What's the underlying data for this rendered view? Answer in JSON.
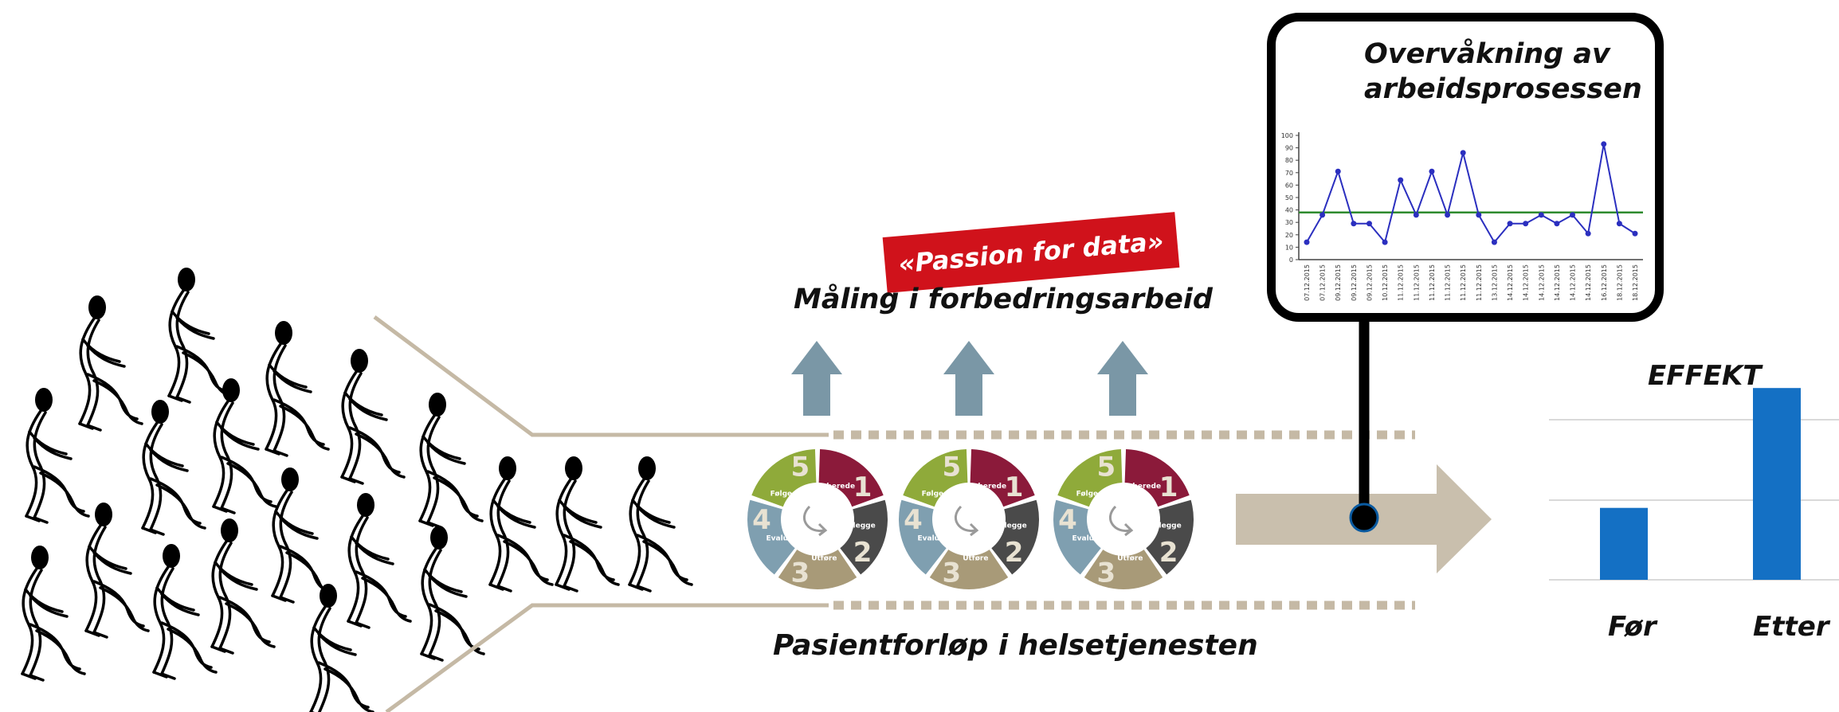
{
  "measurement_label": "Måling i forbedringsarbeid",
  "passion_label": "«Passion for data»",
  "pathway_label": "Pasientforløp i helsetjenesten",
  "monitor": {
    "title": "Overvåkning av arbeidsprosessen",
    "line_color": "#2b2fbf",
    "mean_color": "#2e8b2e"
  },
  "cycle": {
    "steps": [
      {
        "number": "1",
        "label": "Forberede",
        "color": "#8b1a3a"
      },
      {
        "number": "2",
        "label": "Planlegge",
        "color": "#4a4a4a"
      },
      {
        "number": "3",
        "label": "Utføre",
        "color": "#a89a78"
      },
      {
        "number": "4",
        "label": "Evaluere",
        "color": "#7f9fb0"
      },
      {
        "number": "5",
        "label": "Følge opp",
        "color": "#8faa3a"
      }
    ]
  },
  "effect": {
    "title": "EFFEKT",
    "bar_color": "#1470c4"
  },
  "chart_data": [
    {
      "type": "line",
      "title": "Overvåkning av arbeidsprosessen",
      "x": [
        "07.12.2015",
        "07.12.2015",
        "09.12.2015",
        "09.12.2015",
        "09.12.2015",
        "10.12.2015",
        "11.12.2015",
        "11.12.2015",
        "11.12.2015",
        "11.12.2015",
        "11.12.2015",
        "11.12.2015",
        "13.12.2015",
        "14.12.2015",
        "14.12.2015",
        "14.12.2015",
        "14.12.2015",
        "14.12.2015",
        "14.12.2015",
        "16.12.2015",
        "18.12.2015",
        "18.12.2015"
      ],
      "series": [
        {
          "values": [
            14,
            36,
            71,
            29,
            29,
            14,
            64,
            36,
            71,
            36,
            86,
            36,
            14,
            29,
            29,
            36,
            29,
            36,
            21,
            93,
            29,
            21
          ]
        },
        {
          "values": [
            38,
            38,
            38,
            38,
            38,
            38,
            38,
            38,
            38,
            38,
            38,
            38,
            38,
            38,
            38,
            38,
            38,
            38,
            38,
            38,
            38,
            38
          ]
        }
      ],
      "yticks": [
        "0",
        "10",
        "20",
        "30",
        "40",
        "50",
        "60",
        "70",
        "80",
        "90",
        "100"
      ],
      "ylim": [
        0,
        100
      ],
      "grid": false
    },
    {
      "type": "bar",
      "title": "EFFEKT",
      "categories": [
        "Før",
        "Etter"
      ],
      "values": [
        30,
        80
      ],
      "ylim": [
        0,
        100
      ],
      "grid": true
    }
  ]
}
